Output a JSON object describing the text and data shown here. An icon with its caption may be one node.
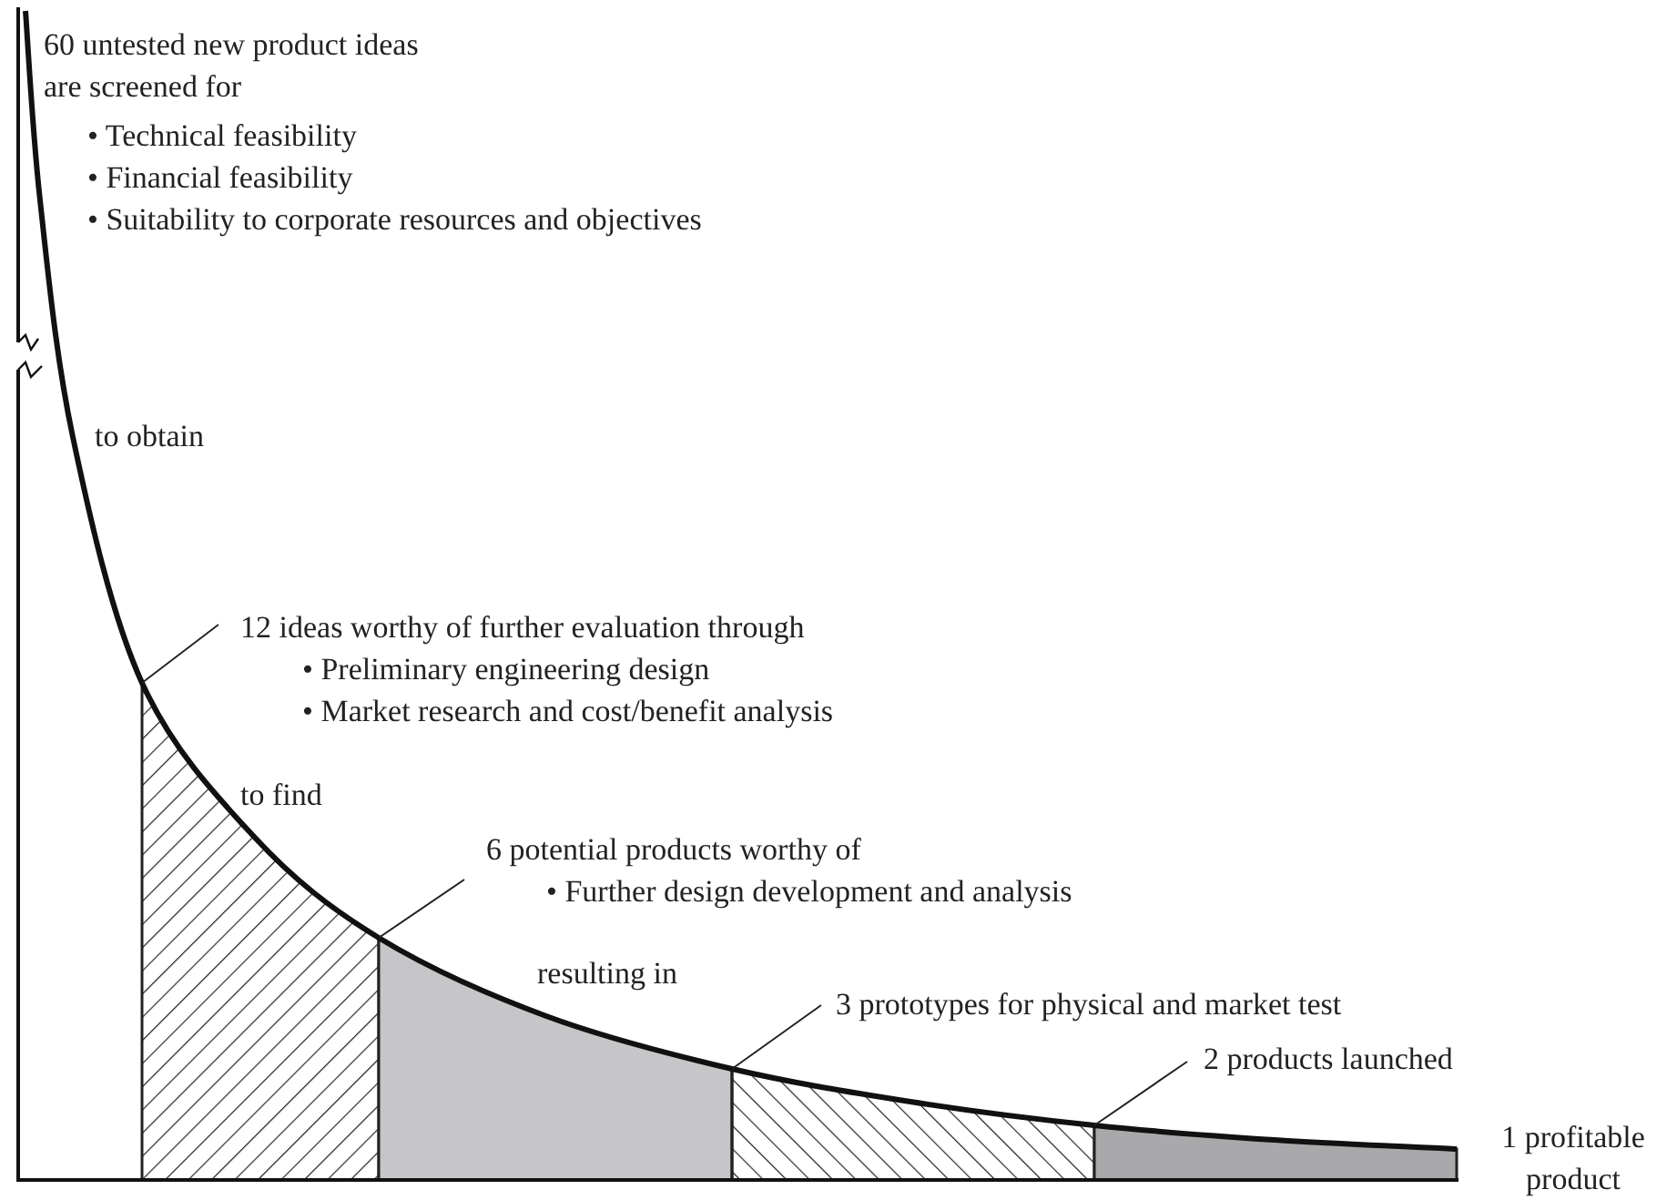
{
  "diagram": {
    "nodes": [
      {
        "text": [
          "12 ideas worthy of further evaluation through",
          "• Preliminary engineering design",
          "• Market research and cost/benefit analysis"
        ]
      },
      {
        "text": [
          "6 potential products worthy of",
          "• Further design development and analysis"
        ]
      },
      {
        "text": [
          "3 prototypes for physical and market test"
        ]
      },
      {
        "text": [
          "2 products launched"
        ]
      },
      {
        "text": [],
        "shape": "box"
      },
      {
        "text": [],
        "shape": "box"
      },
      {
        "text": [],
        "shape": "box"
      },
      {
        "text": [],
        "shape": "box"
      }
    ],
    "edges": [
      {
        "from": 0,
        "to": 4,
        "arrow": "none"
      },
      {
        "from": 1,
        "to": 5,
        "arrow": "none"
      },
      {
        "from": 2,
        "to": 6,
        "arrow": "none"
      },
      {
        "from": 3,
        "to": 7,
        "arrow": "none"
      }
    ],
    "labels": [
      "60 untested new product ideas are screened for",
      "• Technical feasibility",
      "• Financial feasibility",
      "• Suitability to corporate resources and objectives",
      "to obtain",
      "to find",
      "resulting in",
      "1 profitable product"
    ]
  }
}
